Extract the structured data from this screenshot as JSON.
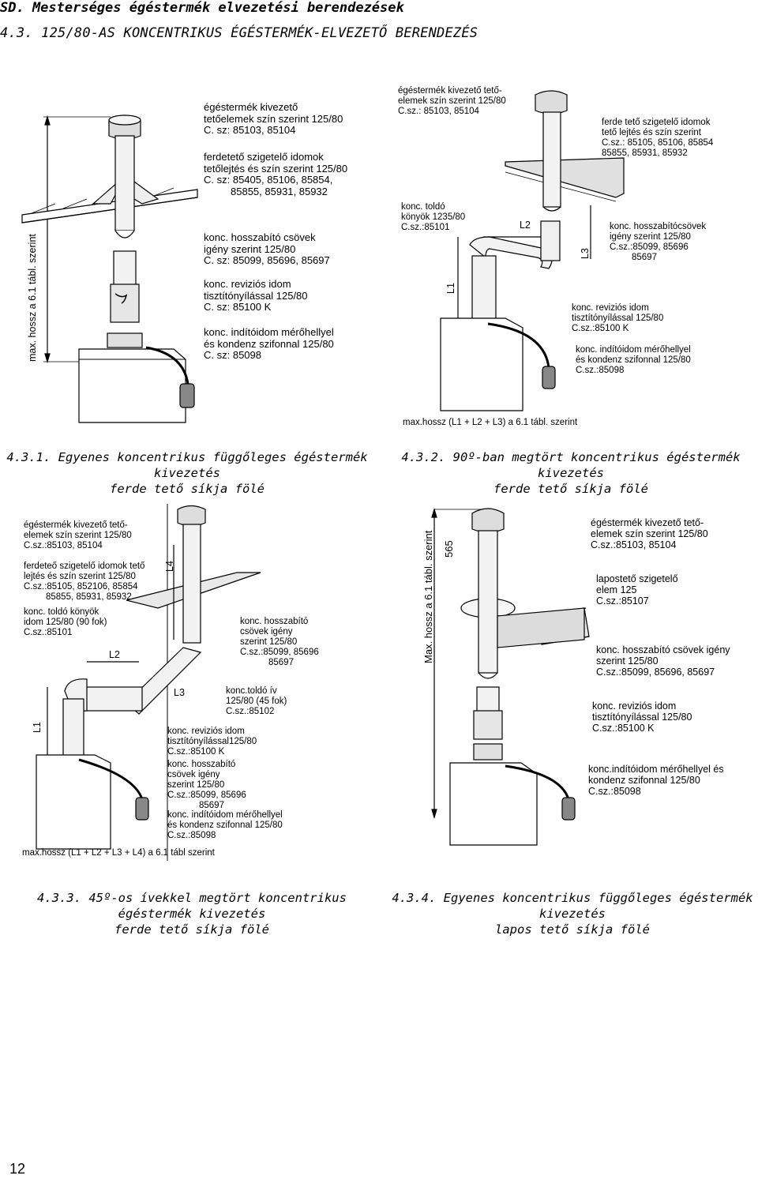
{
  "header": {
    "section": "SD. Mesterséges égéstermék elvezetési berendezések",
    "subsection": "4.3. 125/80-AS KONCENTRIKUS ÉGÉSTERMÉK-ELVEZETŐ BERENDEZÉS"
  },
  "fig1": {
    "caption1": "4.3.1. Egyenes koncentrikus függőleges égéstermék kivezetés",
    "caption2": "ferde tető síkja fölé",
    "side_label": "max. hossz a 6.1 tábl. szerint",
    "labels": [
      [
        "égéstermék kivezető",
        "tetőelemek szín szerint 125/80",
        "C. sz: 85103, 85104"
      ],
      [
        "ferdetető szigetelő idomok",
        "tetőlejtés és szín szerint 125/80",
        "C. sz: 85405, 85106, 85854,",
        "85855, 85931, 85932"
      ],
      [
        "konc. hosszabító csövek",
        "igény szerint 125/80",
        "C. sz: 85099, 85696, 85697"
      ],
      [
        "konc. reviziós idom",
        "tisztítónyílással 125/80",
        "C. sz: 85100  K"
      ],
      [
        "konc. indítóidom mérőhellyel",
        "és kondenz szifonnal 125/80",
        "C. sz: 85098"
      ]
    ]
  },
  "fig2": {
    "caption1": "4.3.2. 90º-ban megtört koncentrikus égéstermék kivezetés",
    "caption2": "ferde tető síkja fölé",
    "bottom_label": "max.hossz (L1 + L2 + L3) a 6.1 tábl. szerint",
    "dim_L1": "L1",
    "dim_L2": "L2",
    "dim_L3": "L3",
    "labels": [
      [
        "égéstermék kivezető tető-",
        "elemek szín szerint 125/80",
        "C.sz.: 85103, 85104"
      ],
      [
        "ferde tető  szigetelő idomok",
        "tető lejtés és szín szerint",
        "C.sz.: 85105, 85106, 85854",
        "85855, 85931, 85932"
      ],
      [
        "konc. toldó",
        "könyök 1235/80",
        "C.sz.:85101"
      ],
      [
        "konc. hosszabítócsövek",
        "igény szerint 125/80",
        "C.sz.:85099, 85696",
        "85697"
      ],
      [
        "konc. reviziós idom",
        "tisztítónyílással 125/80",
        "C.sz.:85100 K"
      ],
      [
        "konc. indítóidom mérőhellyel",
        "és kondenz szifonnal 125/80",
        "C.sz.:85098"
      ]
    ]
  },
  "fig3": {
    "caption1": "4.3.3. 45º-os ívekkel megtört koncentrikus égéstermék kivezetés",
    "caption2": "ferde tető síkja fölé",
    "bottom_label": "max.hossz (L1 + L2 + L3 + L4) a 6.1 tábl  szerint",
    "dim_L1": "L1",
    "dim_L2": "L2",
    "dim_L3": "L3",
    "dim_L4": "L4",
    "labels": [
      [
        "égéstermék kivezető tető-",
        "elemek szín szerint 125/80",
        "C.sz.:85103, 85104"
      ],
      [
        "ferdeteő szigetelő idomok tető",
        "lejtés és szín szerint 125/80",
        "C.sz.:85105, 852106, 85854",
        "85855, 85931, 85932"
      ],
      [
        "konc. toldó könyök",
        "idom 125/80 (90 fok)",
        "C.sz.:85101"
      ],
      [
        "konc. hosszabító",
        "csövek igény",
        "szerint 125/80",
        "C.sz.:85099, 85696",
        "85697"
      ],
      [
        "konc.toldó ív",
        "125/80 (45 fok)",
        "C.sz.:85102"
      ],
      [
        "konc. reviziós idom",
        "tisztítónyílással125/80",
        "C.sz.:85100 K"
      ],
      [
        "konc. hosszabító",
        "csövek igény",
        "szerint 125/80",
        "C.sz.:85099, 85696",
        "85697"
      ],
      [
        "konc. indítóidom mérőhellyel",
        "és kondenz szifonnal 125/80",
        "C.sz.:85098"
      ]
    ]
  },
  "fig4": {
    "caption1": "4.3.4. Egyenes koncentrikus függőleges égéstermék kivezetés",
    "caption2": "lapos tető síkja fölé",
    "side_label": "Max. hossz a 6.1 tábl. szerint",
    "dim_565": "565",
    "labels": [
      [
        "égéstermék kivezető tető-",
        "elemek szín szerint 125/80",
        "C.sz.:85103, 85104"
      ],
      [
        "lapostető szigetelő",
        "elem 125",
        "C.sz.:85107"
      ],
      [
        "konc. hosszabító csövek igény",
        "szerint 125/80",
        "C.sz.:85099, 85696, 85697"
      ],
      [
        "konc. reviziós idom",
        "tisztítónyílással 125/80",
        "C.sz.:85100 K"
      ],
      [
        "konc.indítóidom mérőhellyel és",
        "kondenz szifonnal 125/80",
        "C.sz.:85098"
      ]
    ]
  },
  "page_number": "12"
}
